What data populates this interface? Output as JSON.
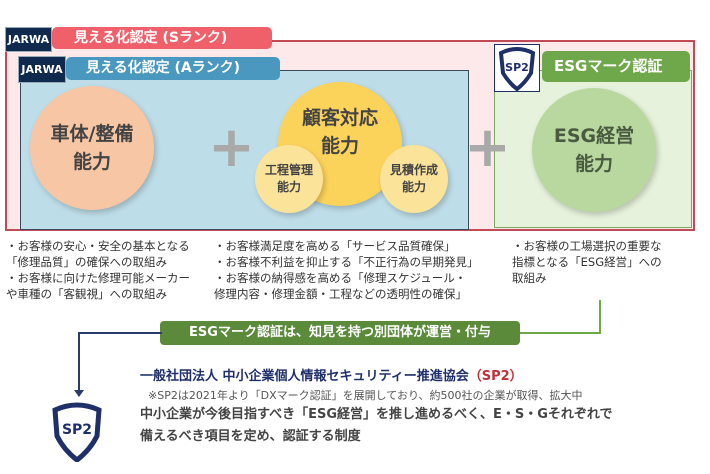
{
  "s_rank": {
    "logo": "JARWA",
    "label": "見える化認定 (Sランク)"
  },
  "a_rank": {
    "logo": "JARWA",
    "label": "見える化認定 (Aランク)"
  },
  "esg_mark": {
    "logo": "SP2",
    "label": "ESGマーク認証"
  },
  "circles": {
    "body": [
      "車体/整備",
      "能力"
    ],
    "customer": [
      "顧客対応",
      "能力"
    ],
    "process": [
      "工程管理",
      "能力"
    ],
    "estimate": [
      "見積作成",
      "能力"
    ],
    "esg": [
      "ESG経営",
      "能力"
    ]
  },
  "plus": "+",
  "bullets": {
    "col1": [
      "・お客様の安心・安全の基本となる",
      "「修理品質」の確保への取組み",
      "・お客様に向けた修理可能メーカー",
      "や車種の「客観視」への取組み"
    ],
    "col2": [
      "・お客様満足度を高める「サービス品質確保」",
      "・お客様不利益を抑止する「不正行為の早期発見」",
      "・お客様の納得感を高める「修理スケジュール・",
      "修理内容・修理金額・工程などの透明性の確保」"
    ],
    "col3": [
      "・お客様の工場選択の重要な",
      "指標となる「ESG経営」への",
      "取組み"
    ]
  },
  "banner": "ESGマーク認証は、知見を持つ別団体が運営・付与",
  "org": {
    "name": "一般社団法人 中小企業個人情報セキュリティー推進協会",
    "abbr": "（SP2）",
    "note": "※SP2は2021年より「DXマーク認証」を展開しており、約500社の企業が取得、拡大中",
    "desc1": "中小企業が今後目指すべき「ESG経営」を推し進めるべく、E・S・Gそれぞれで",
    "desc2": "備えるべき項目を定め、認証する制度"
  },
  "colors": {
    "s_rank": "#f0606a",
    "a_rank": "#4a98bf",
    "esg": "#6ea84a",
    "navy": "#1f2f6a",
    "red": "#c0303a"
  }
}
